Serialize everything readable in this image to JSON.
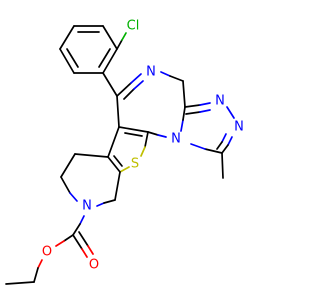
{
  "atoms": {
    "cl": {
      "label": "Cl",
      "color": "#00b000"
    },
    "n_azepine": {
      "label": "N",
      "color": "#0000ff"
    },
    "n_triazole_top": {
      "label": "N",
      "color": "#0000ff"
    },
    "n_triazole_right": {
      "label": "N",
      "color": "#0000ff"
    },
    "n_triazole_fused": {
      "label": "N",
      "color": "#0000ff"
    },
    "s_thiophene": {
      "label": "S",
      "color": "#bfbf00"
    },
    "n_piperidine": {
      "label": "N",
      "color": "#0000ff"
    },
    "o_carbonyl": {
      "label": "O",
      "color": "#ff0000"
    },
    "o_ester": {
      "label": "O",
      "color": "#ff0000"
    }
  },
  "colors": {
    "carbon": "#000000",
    "nitrogen": "#0000ff",
    "oxygen": "#ff0000",
    "sulfur": "#bfbf00",
    "chlorine": "#00b000",
    "background": "#ffffff"
  }
}
